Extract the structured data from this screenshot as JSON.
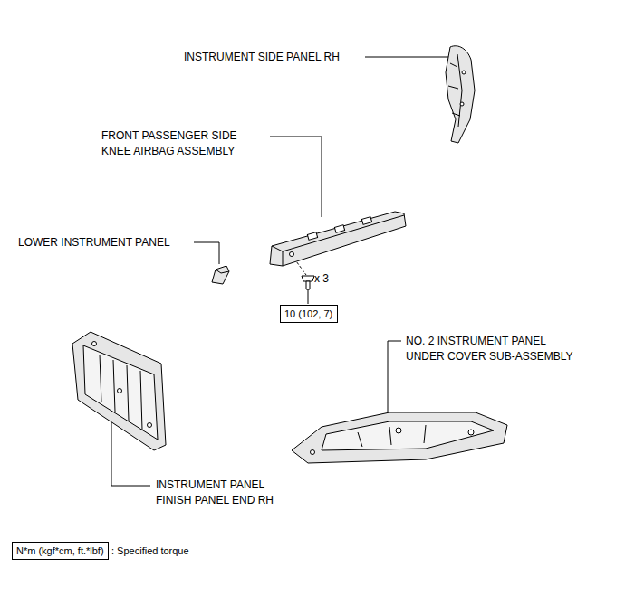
{
  "diagram": {
    "nodes": [
      {
        "text": [
          "10 (102, 7)"
        ]
      },
      {
        "text": [
          "N*m (kgf*cm, ft.*lbf)"
        ]
      }
    ],
    "labels": [
      "INSTRUMENT SIDE PANEL RH",
      "FRONT PASSENGER SIDE KNEE AIRBAG ASSEMBLY",
      "LOWER INSTRUMENT PANEL",
      "x 3",
      "NO. 2 INSTRUMENT PANEL UNDER COVER SUB-ASSEMBLY",
      "INSTRUMENT PANEL FINISH PANEL END RH"
    ],
    "legend": [
      {
        "text": ": Specified torque"
      }
    ]
  }
}
